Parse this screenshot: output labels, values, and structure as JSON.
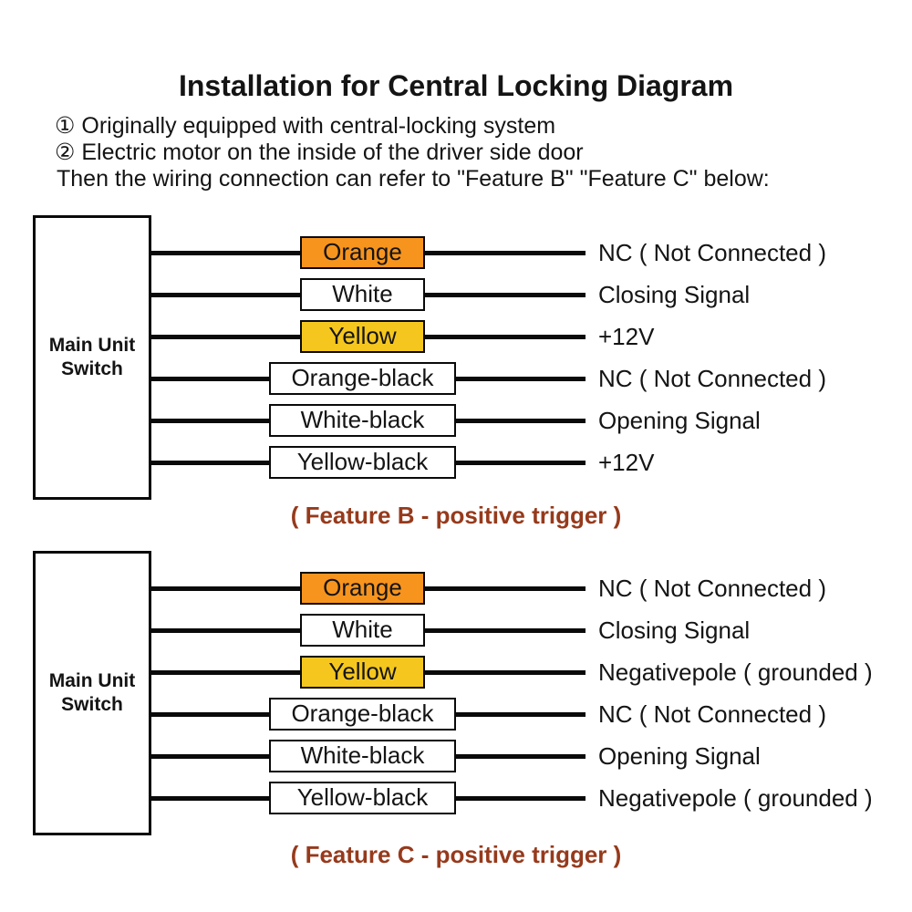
{
  "title": "Installation for Central Locking Diagram",
  "notes": [
    {
      "bullet": "①",
      "text": " Originally equipped with central-locking system"
    },
    {
      "bullet": "②",
      "text": " Electric motor on the inside of the driver side door"
    }
  ],
  "intro": "Then the wiring connection can refer to \"Feature B\" \"Feature C\" below:",
  "colors": {
    "orange": "#F7941E",
    "yellow": "#F5C71E",
    "white_fill": "#FFFFFF",
    "wire_black": "#0A0A0A",
    "caption_red": "#963A1C",
    "text": "#141414",
    "background": "#FFFFFF"
  },
  "diagrams": [
    {
      "source": "Main Unit\nSwitch",
      "caption": "( Feature B - positive trigger )",
      "rows": [
        {
          "wire": "Orange",
          "fill": "orange",
          "desc": "NC ( Not Connected )"
        },
        {
          "wire": "White",
          "fill": "white",
          "desc": "Closing Signal"
        },
        {
          "wire": "Yellow",
          "fill": "yellow",
          "desc": "+12V"
        },
        {
          "wire": "Orange-black",
          "fill": "white",
          "desc": "NC ( Not Connected )"
        },
        {
          "wire": "White-black",
          "fill": "white",
          "desc": "Opening Signal"
        },
        {
          "wire": "Yellow-black",
          "fill": "white",
          "desc": "+12V"
        }
      ]
    },
    {
      "source": "Main Unit\nSwitch",
      "caption": "( Feature C - positive trigger )",
      "rows": [
        {
          "wire": "Orange",
          "fill": "orange",
          "desc": "NC ( Not Connected )"
        },
        {
          "wire": "White",
          "fill": "white",
          "desc": "Closing Signal"
        },
        {
          "wire": "Yellow",
          "fill": "yellow",
          "desc": "Negativepole ( grounded )"
        },
        {
          "wire": "Orange-black",
          "fill": "white",
          "desc": "NC ( Not Connected )"
        },
        {
          "wire": "White-black",
          "fill": "white",
          "desc": "Opening Signal"
        },
        {
          "wire": "Yellow-black",
          "fill": "white",
          "desc": "Negativepole ( grounded )"
        }
      ]
    }
  ]
}
